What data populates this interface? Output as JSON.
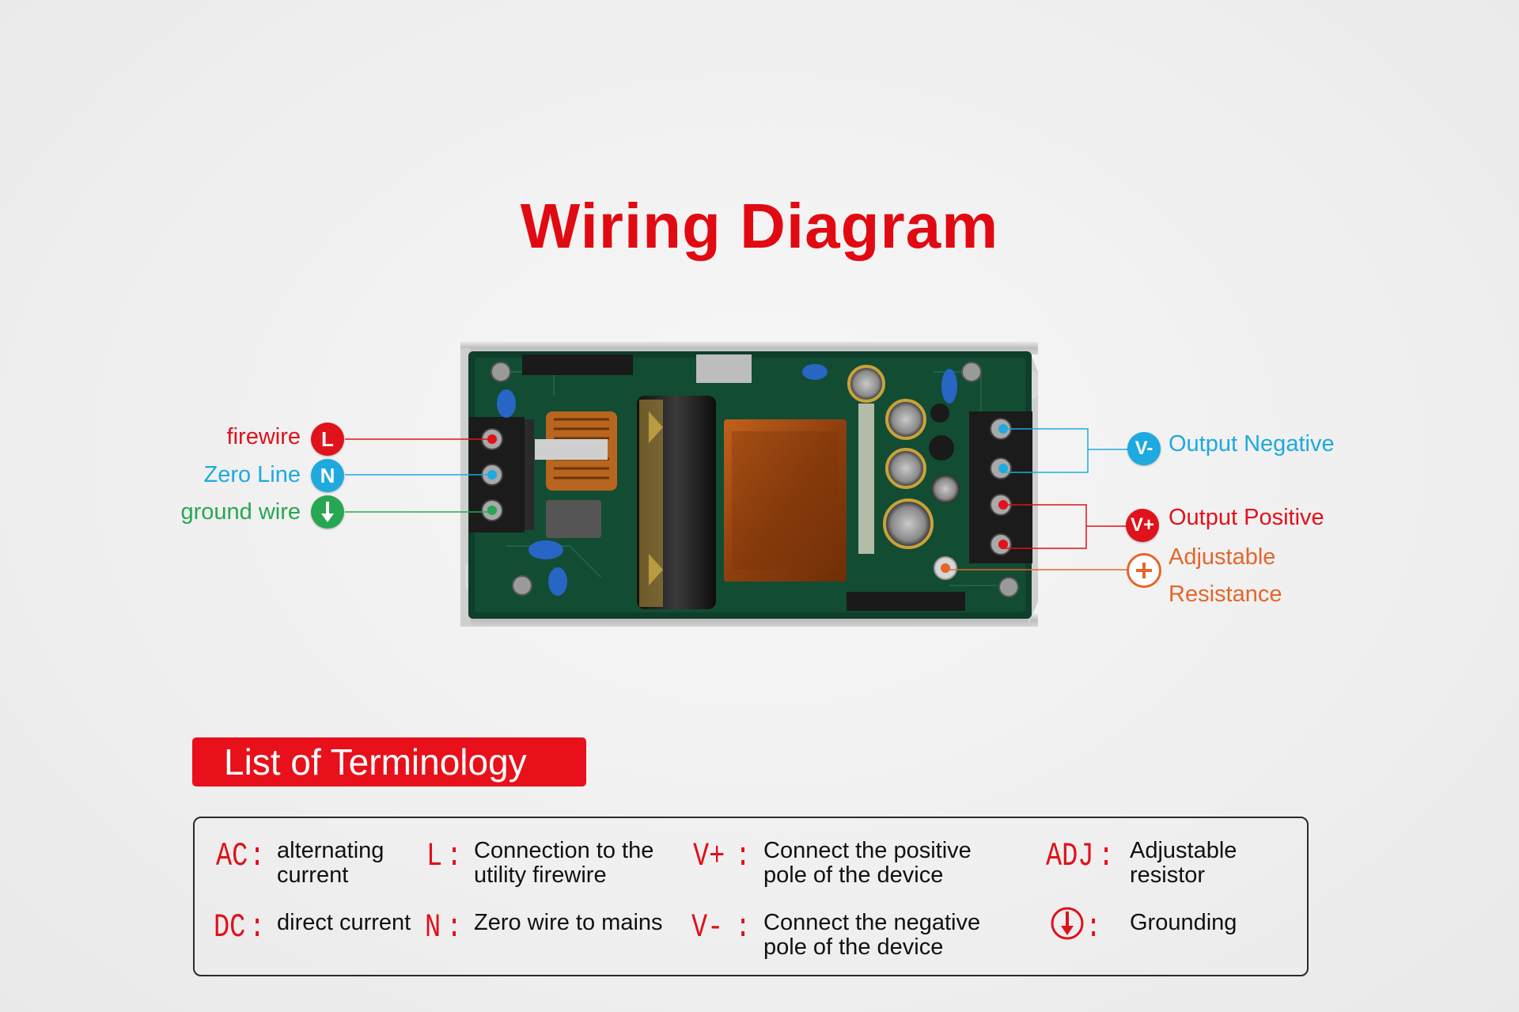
{
  "title": "Wiring Diagram",
  "input_terminals": [
    {
      "label": "firewire",
      "symbol": "L",
      "color": "#e0121b"
    },
    {
      "label": "Zero Line",
      "symbol": "N",
      "color": "#1ea9df"
    },
    {
      "label": "ground wire",
      "symbol": "ground-icon",
      "color": "#27a751"
    }
  ],
  "output_terminals": [
    {
      "label": "Output Negative",
      "symbol": "V-",
      "color": "#1ea9df"
    },
    {
      "label": "Output Positive",
      "symbol": "V+",
      "color": "#e0121b"
    },
    {
      "label_line1": "Adjustable",
      "label_line2": "Resistance",
      "symbol": "adjust-icon",
      "color": "#e4662a"
    }
  ],
  "terminology": {
    "header": "List of Terminology",
    "items": [
      {
        "abbr": "AC",
        "sep": ":",
        "line1": "alternating",
        "line2": "current"
      },
      {
        "abbr": "L",
        "sep": ":",
        "line1": "Connection to the",
        "line2": "utility firewire"
      },
      {
        "abbr": "V+",
        "sep": ":",
        "line1": "Connect the positive",
        "line2": "pole of the device"
      },
      {
        "abbr": "ADJ",
        "sep": ":",
        "line1": "Adjustable",
        "line2": "resistor"
      },
      {
        "abbr": "DC",
        "sep": ":",
        "line1": "direct current",
        "line2": ""
      },
      {
        "abbr": "N",
        "sep": ":",
        "line1": "Zero wire to mains",
        "line2": ""
      },
      {
        "abbr": "V-",
        "sep": ":",
        "line1": "Connect the negative",
        "line2": "pole of the device"
      },
      {
        "abbr": "grounding-icon",
        "sep": ":",
        "line1": "Grounding",
        "line2": ""
      }
    ]
  }
}
